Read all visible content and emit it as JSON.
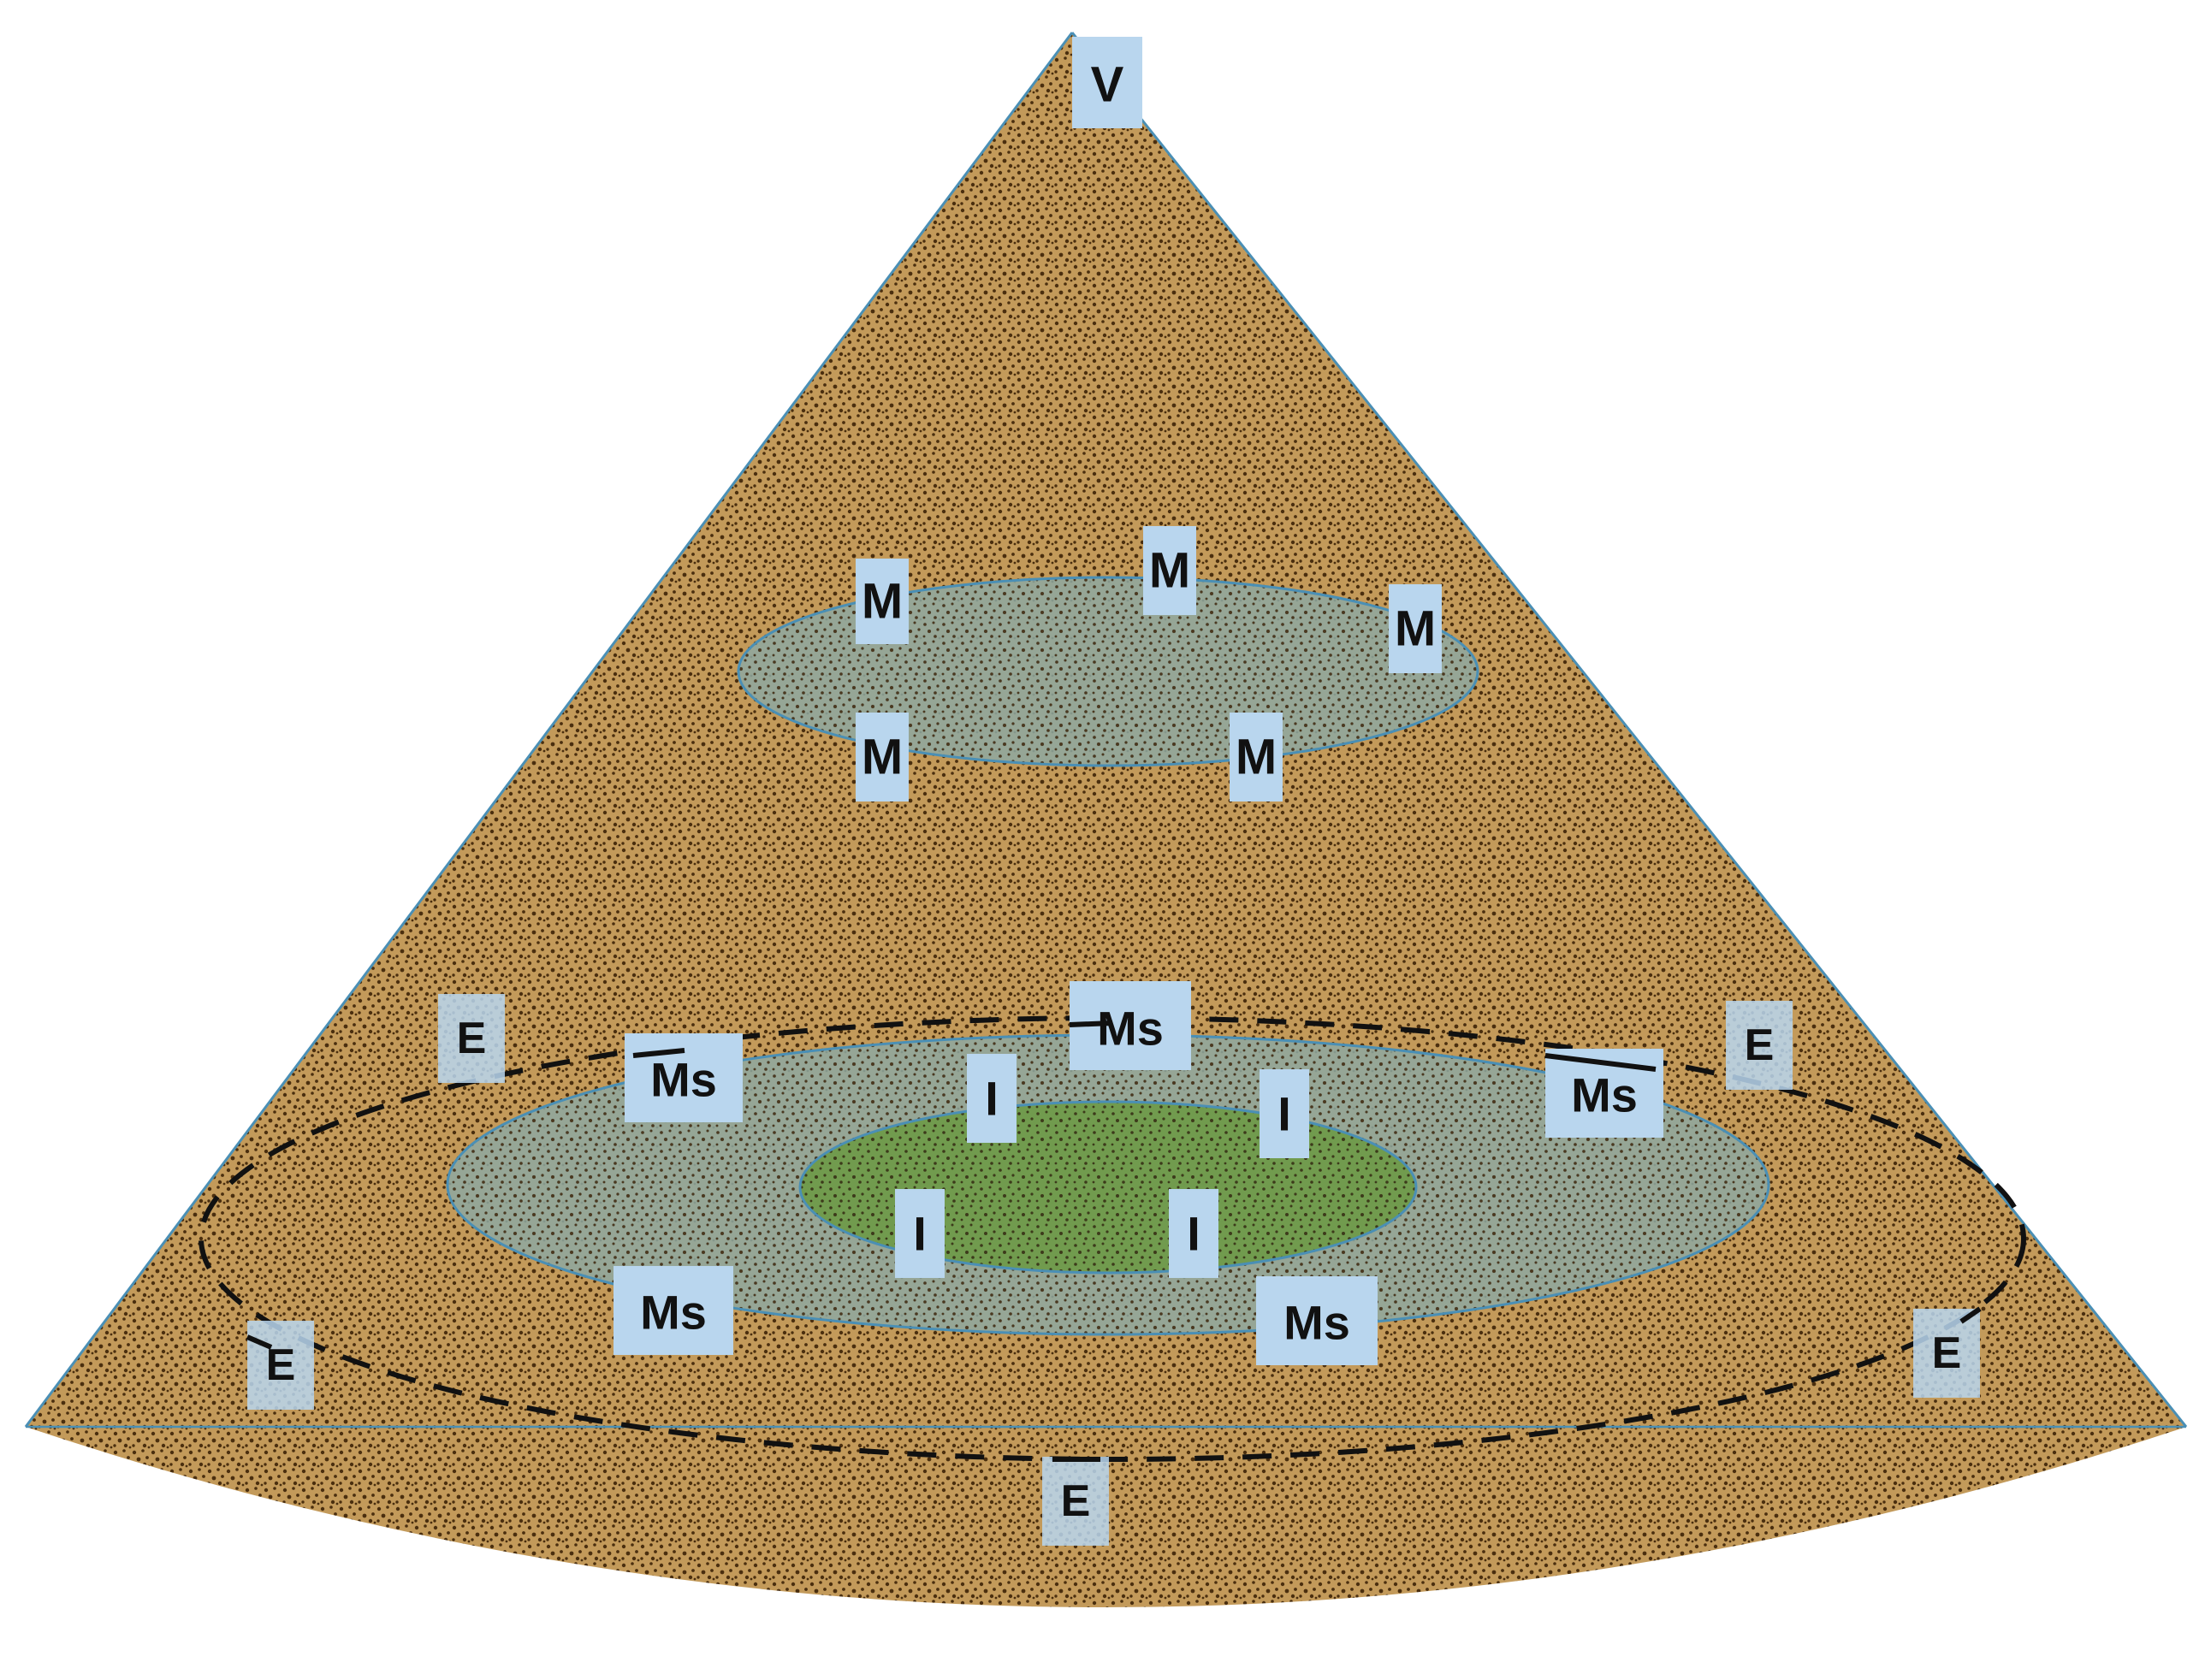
{
  "diagram": {
    "colors": {
      "cone_fill": "#c39a5a",
      "speckle": "#4a2e0e",
      "ellipse_fill_gray": "#8ea8a0",
      "ellipse_fill_green": "#6d9a46",
      "ellipse_stroke": "#4a8fb5",
      "label_box": "#b9d6ee",
      "dashed_line": "#111111"
    },
    "labels": {
      "apex": "V",
      "upper_ring": [
        "M",
        "M",
        "M",
        "M",
        "M"
      ],
      "middle_ring": [
        "Ms",
        "Ms",
        "Ms",
        "Ms",
        "Ms"
      ],
      "inner_ring": [
        "I",
        "I",
        "I",
        "I"
      ],
      "outer_ring": [
        "E",
        "E",
        "E",
        "E",
        "E"
      ]
    }
  }
}
